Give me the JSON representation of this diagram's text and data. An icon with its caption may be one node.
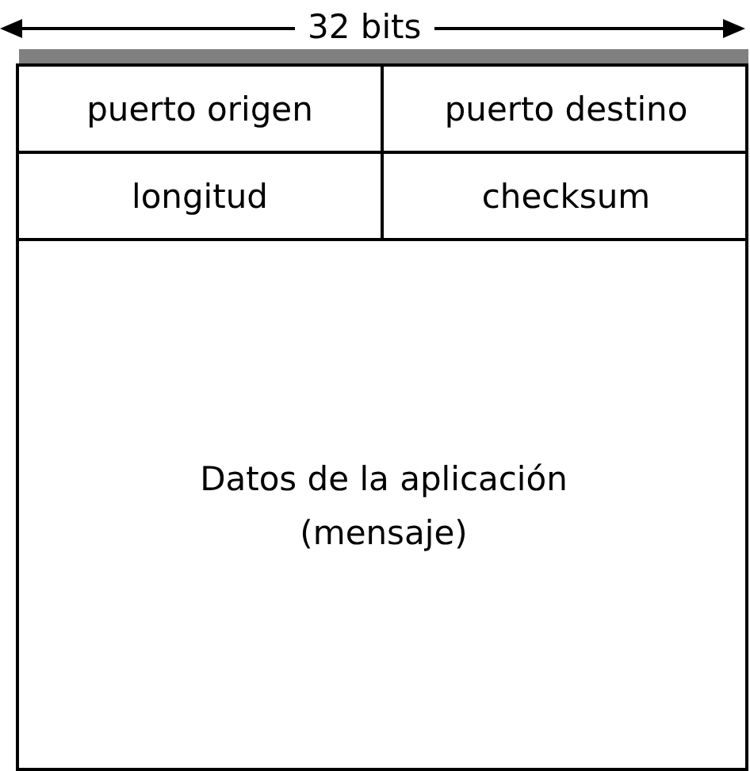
{
  "diagram": {
    "nodes": [
      {
        "text": [
          "puerto origen"
        ]
      },
      {
        "text": [
          "puerto destino"
        ]
      },
      {
        "text": [
          "longitud"
        ]
      },
      {
        "text": [
          "checksum"
        ]
      },
      {
        "text": [
          "Datos de la aplicación (mensaje)"
        ]
      }
    ],
    "labels": [
      "32 bits"
    ]
  }
}
